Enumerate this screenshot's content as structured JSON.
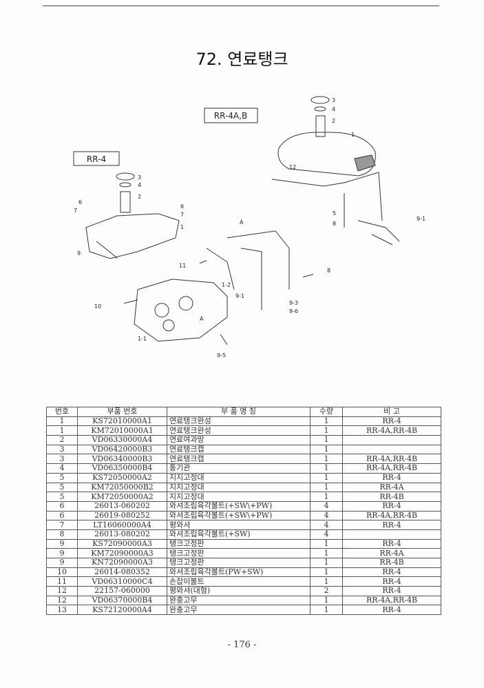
{
  "title": "72. 연료탱크",
  "diagram": {
    "label_rr4ab": "RR-4A,B",
    "label_rr4": "RR-4",
    "callouts": [
      "3",
      "4",
      "2",
      "1",
      "12",
      "5",
      "8",
      "9-1",
      "3",
      "4",
      "6",
      "2",
      "6",
      "7",
      "7",
      "1",
      "9",
      "A",
      "11",
      "8",
      "1-2",
      "9-1",
      "10",
      "9-3",
      "9-6",
      "1-1",
      "9-5",
      "A"
    ]
  },
  "table": {
    "headers": [
      "번호",
      "부품 번호",
      "부 품 명 칭",
      "수량",
      "비  고"
    ],
    "rows": [
      [
        "1",
        "KS72010000A1",
        "연료탱크완성",
        "1",
        "RR-4"
      ],
      [
        "1",
        "KM72010000A1",
        "연료탱크완성",
        "1",
        "RR-4A,RR-4B"
      ],
      [
        "2",
        "VD06330000A4",
        "연료여과망",
        "1",
        ""
      ],
      [
        "3",
        "VD06420000B3",
        "연료탱크캡",
        "1",
        ""
      ],
      [
        "3",
        "VD06340000B3",
        "연료탱크캡",
        "1",
        "RR-4A,RR-4B"
      ],
      [
        "4",
        "VD06350000B4",
        "통기관",
        "1",
        "RR-4A,RR-4B"
      ],
      [
        "5",
        "KS72050000A2",
        "지지고정대",
        "1",
        "RR-4"
      ],
      [
        "5",
        "KM72050000B2",
        "지지고정대",
        "1",
        "RR-4A"
      ],
      [
        "5",
        "KM72050000A2",
        "지지고정대",
        "1",
        "RR-4B"
      ],
      [
        "6",
        "26013-060202",
        "와셔조립육각볼트(+SW\\+PW)",
        "4",
        "RR-4"
      ],
      [
        "6",
        "26019-080252",
        "와셔조립육각볼트(+SW\\+PW)",
        "4",
        "RR-4A,RR-4B"
      ],
      [
        "7",
        "LT16060000A4",
        "평와셔",
        "4",
        "RR-4"
      ],
      [
        "8",
        "26013-080202",
        "와셔조립육각볼트(+SW)",
        "4",
        ""
      ],
      [
        "9",
        "KS72090000A3",
        "탱크고정판",
        "1",
        "RR-4"
      ],
      [
        "9",
        "KM72090000A3",
        "탱크고정판",
        "1",
        "RR-4A"
      ],
      [
        "9",
        "KN72090000A3",
        "탱크고정판",
        "1",
        "RR-4B"
      ],
      [
        "10",
        "26014-080352",
        "와셔조립육각볼트(PW+SW)",
        "1",
        "RR-4"
      ],
      [
        "11",
        "VD06310000C4",
        "손잡이볼트",
        "1",
        "RR-4"
      ],
      [
        "12",
        "22157-060000",
        "평와셔(대형)",
        "2",
        "RR-4"
      ],
      [
        "12",
        "VD06370000B4",
        "완충고무",
        "1",
        "RR-4A,RR-4B"
      ],
      [
        "13",
        "KS72120000A4",
        "완충고무",
        "1",
        "RR-4"
      ]
    ]
  },
  "page_number": "- 176 -"
}
